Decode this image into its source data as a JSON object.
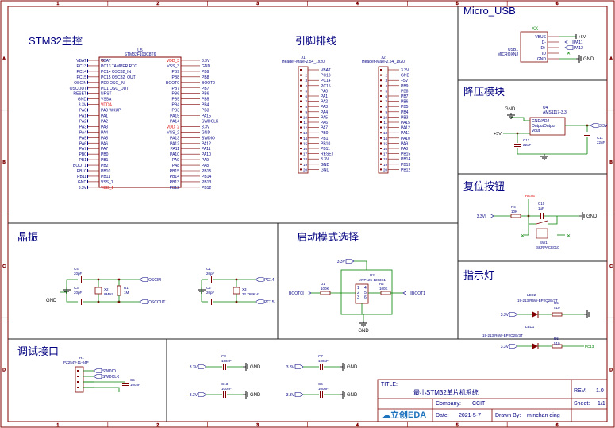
{
  "sections": {
    "stm32": "STM32主控",
    "header": "引脚排线",
    "usb": "Micro_USB",
    "buck": "降压模块",
    "reset": "复位按钮",
    "crystal": "晶振",
    "boot": "启动模式选择",
    "led": "指示灯",
    "debug": "调试接口"
  },
  "title_block": {
    "title_label": "TITLE:",
    "title": "最小STM32单片机系统",
    "rev_label": "REV:",
    "rev": "1.0",
    "company_label": "Company:",
    "company": "CCIT",
    "sheet_label": "Sheet:",
    "sheet": "1/1",
    "date_label": "Date:",
    "date": "2021-5-7",
    "drawn_label": "Drawn By:",
    "drawn_by": "minchan ding",
    "logo": "立创EDA"
  },
  "border": {
    "cols": [
      "1",
      "2",
      "3",
      "4",
      "5",
      "6"
    ],
    "rows": [
      "A",
      "B",
      "C",
      "D"
    ]
  },
  "mcu": {
    "ref": "U5",
    "part": "STM32F103C8T6",
    "left_nets": [
      "VBAT",
      "PC13",
      "PC14",
      "PC15",
      "OSCIN",
      "OSCOUT",
      "RESET",
      "GND",
      "3.3V",
      "PA0",
      "PA1",
      "PA2",
      "PA3",
      "PA4",
      "PA5",
      "PA6",
      "PA7",
      "PB0",
      "PB1",
      "BOOT1",
      "PB10",
      "PB11",
      "GND",
      "3.3V"
    ],
    "left_pins": [
      "VBAT",
      "PC13 TAMPER RTC",
      "PC14 OSC32_IN",
      "PC15 OSC32_OUT",
      "PD0 OSC_IN",
      "PD1 OSC_OUT",
      "NRST",
      "VSSA",
      "VDDA",
      "PA0 WKUP",
      "PA1",
      "PA2",
      "PA3",
      "PA4",
      "PA5",
      "PA6",
      "PA7",
      "PB0",
      "PB1",
      "PB2",
      "PB10",
      "PB11",
      "VSS_1",
      "VDD_1"
    ],
    "right_pins": [
      "VDD_3",
      "VSS_3",
      "PB9",
      "PB8",
      "BOOT0",
      "PB7",
      "PB6",
      "PB5",
      "PB4",
      "PB3",
      "PA15",
      "PA14",
      "VDD_2",
      "VSS_2",
      "PA13",
      "PA12",
      "PA11",
      "PA10",
      "PA9",
      "PA8",
      "PB15",
      "PB14",
      "PB13",
      "PB12"
    ],
    "right_nets": [
      "3.3V",
      "GND",
      "PB9",
      "PB8",
      "BOOT0",
      "PB7",
      "PB6",
      "PB5",
      "PB4",
      "PB3",
      "PA15",
      "SWDCLK",
      "3.3V",
      "GND",
      "SWDIO",
      "PA12",
      "PA11",
      "PA10",
      "PA9",
      "PA8",
      "PB15",
      "PB14",
      "PB13",
      "PB12"
    ]
  },
  "j1": {
    "ref": "J1",
    "part": "Header-Male-2.54_1x20",
    "nets": [
      "VBAT",
      "PC13",
      "PC14",
      "PC15",
      "PA0",
      "PA1",
      "PA2",
      "PA3",
      "PA4",
      "PA5",
      "PA6",
      "PA7",
      "PB0",
      "PB1",
      "PB10",
      "PB11",
      "RESET",
      "3.3V",
      "GND",
      "GND"
    ]
  },
  "j2": {
    "ref": "J2",
    "part": "Header-Male-2.54_1x20",
    "nets": [
      "3.3V",
      "GND",
      "+5V",
      "PB9",
      "PB8",
      "PB7",
      "PB6",
      "PB5",
      "PB4",
      "PB3",
      "PA15",
      "PA12",
      "PA11",
      "PA10",
      "PA9",
      "PA8",
      "PB15",
      "PB14",
      "PB13",
      "PB12"
    ]
  },
  "usb": {
    "ref": "USB1",
    "part": "MICROXNJ",
    "pins": [
      "VBUS",
      "D-",
      "D+",
      "ID",
      "GND"
    ],
    "nets": [
      "+5V",
      "PA11",
      "PA12",
      "GND"
    ]
  },
  "ldo": {
    "ref": "U4",
    "part": "AMS1117-3.3",
    "pins": [
      "GND/ADJ",
      "OutputOutput",
      "Vout"
    ],
    "nets": [
      "GND",
      "+5V",
      "3.3V"
    ],
    "c12": "C12",
    "c12v": "22uF",
    "c11": "C11",
    "c11v": "22uF"
  },
  "reset": {
    "net": "3.3V",
    "r": "R4",
    "rv": "10K",
    "c": "C10",
    "cv": "1uF",
    "label": "RESET",
    "sw": "SW1",
    "swpart": "SKRPACE010"
  },
  "crystal": {
    "c4": "C4",
    "c4v": "20pF",
    "c3": "C3",
    "c3v": "20pF",
    "x2": "X2",
    "x2v": "8MHz",
    "r1": "R1",
    "r1v": "1M",
    "c1": "C1",
    "c1v": "20pF",
    "c2": "C2",
    "c2v": "20pF",
    "x3": "X3",
    "x3v": "32.768KHz",
    "nets": [
      "OSCIN",
      "OSCOUT",
      "PC14",
      "PC15",
      "GND"
    ]
  },
  "boot": {
    "sw": "U2",
    "part": "MTP125-1203S1",
    "r": "U1",
    "rv": "100K",
    "r2": "R2",
    "r2v": "100K",
    "nets": [
      "3.3V",
      "BOOT0",
      "BOOT1",
      "GND"
    ],
    "pins": [
      "1",
      "2",
      "3",
      "4",
      "5",
      "6"
    ]
  },
  "leds": {
    "led2": "LED2",
    "led2part": "19-213/R6W-BP2Q2B/3T",
    "r5": "R5",
    "r5v": "510",
    "led1": "LED1",
    "led1part": "19-213/R6W-BP2Q2B/3T",
    "r6": "R6",
    "r6v": "510",
    "net": "PC13"
  },
  "debug": {
    "ref": "H1",
    "part": "PZ254V-11-04P",
    "nets": [
      "SWDIO",
      "SWDCLK"
    ],
    "c5": "C5",
    "c5v": "100nF"
  },
  "decoupling": [
    {
      "ref": "C8",
      "val": "100nF",
      "net": "3.3V",
      "gnd": "GND"
    },
    {
      "ref": "C7",
      "val": "100nF",
      "net": "3.3V",
      "gnd": "GND"
    },
    {
      "ref": "C13",
      "val": "100nF",
      "net": "3.3V",
      "gnd": "GND"
    },
    {
      "ref": "C6",
      "val": "100nF",
      "net": "3.3V",
      "gnd": "GND"
    }
  ]
}
